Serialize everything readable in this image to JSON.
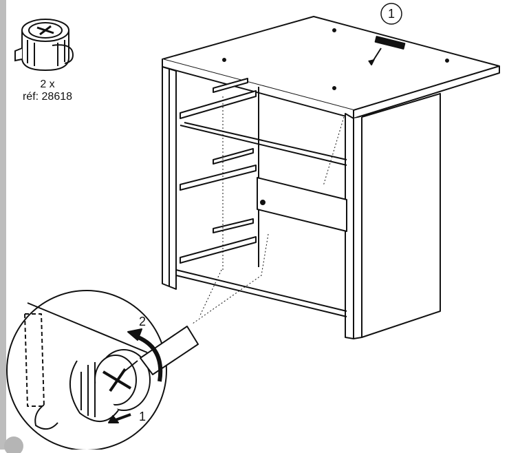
{
  "part": {
    "icon": "cam-lock-fitting-icon",
    "quantity": "2 x",
    "reference": "réf: 28618"
  },
  "callouts": {
    "step": "1",
    "turn_label": "2",
    "push_label": "1"
  },
  "icons": {
    "screwdriver": "screwdriver-icon",
    "rotate_arrow": "rotate-arrow-icon",
    "push_arrow": "arrow-icon"
  },
  "colors": {
    "line": "#111111",
    "sidebar": "#bdbdbd",
    "page_number": "#b5b5b5"
  }
}
